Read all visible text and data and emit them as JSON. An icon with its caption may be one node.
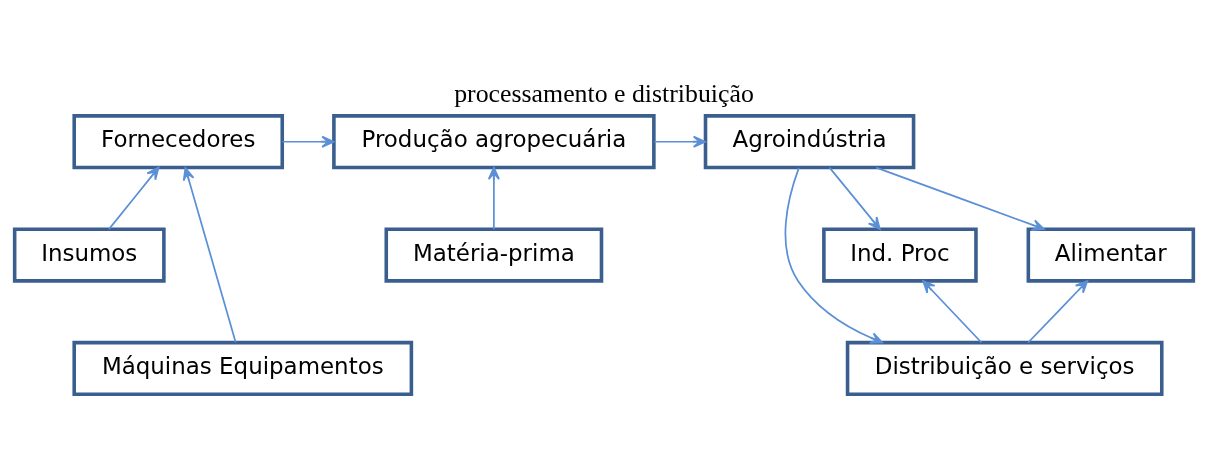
{
  "diagram": {
    "title": "processamento e distribuição",
    "nodes": [
      {
        "text": [
          "Fornecedores"
        ]
      },
      {
        "text": [
          "Produção agropecuária"
        ]
      },
      {
        "text": [
          "Agroindústria"
        ]
      },
      {
        "text": [
          "Insumos"
        ]
      },
      {
        "text": [
          "Máquinas Equipamentos"
        ]
      },
      {
        "text": [
          "Matéria-prima"
        ]
      },
      {
        "text": [
          "Ind. Proc"
        ]
      },
      {
        "text": [
          "Alimentar"
        ]
      },
      {
        "text": [
          "Distribuição e serviços"
        ]
      }
    ],
    "edges": [
      {
        "from": 0,
        "to": 1,
        "arrow": "to"
      },
      {
        "from": 1,
        "to": 2,
        "arrow": "to"
      },
      {
        "from": 3,
        "to": 0,
        "arrow": "to"
      },
      {
        "from": 4,
        "to": 0,
        "arrow": "to"
      },
      {
        "from": 5,
        "to": 1,
        "arrow": "to"
      },
      {
        "from": 2,
        "to": 6,
        "arrow": "to"
      },
      {
        "from": 2,
        "to": 7,
        "arrow": "to"
      },
      {
        "from": 2,
        "to": 8,
        "arrow": "to"
      },
      {
        "from": 8,
        "to": 6,
        "arrow": "to"
      },
      {
        "from": 8,
        "to": 7,
        "arrow": "to"
      }
    ]
  }
}
